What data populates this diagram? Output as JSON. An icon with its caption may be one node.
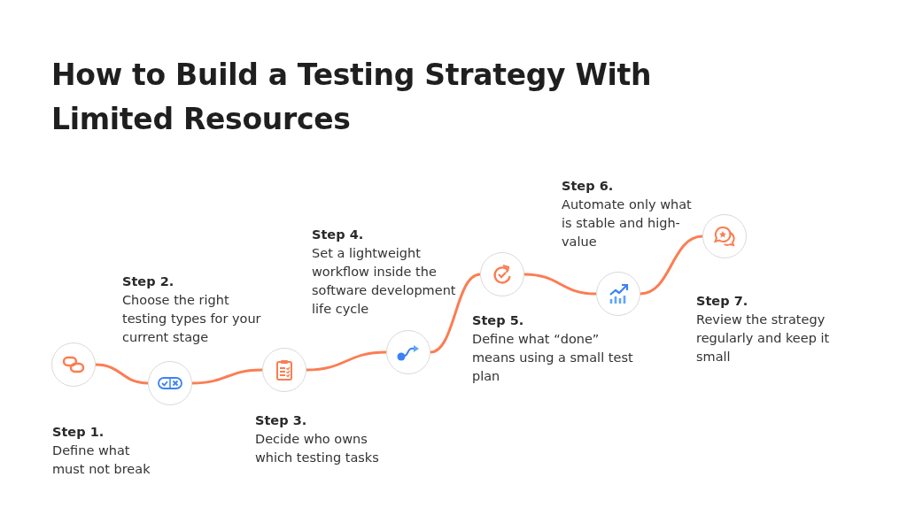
{
  "diagram": {
    "title": "How to Build a Testing Strategy With Limited Resources",
    "nodes": [
      {
        "text": [],
        "shape": "circle",
        "beside": [
          "Step 1.",
          "Define what must not break"
        ]
      },
      {
        "text": [],
        "shape": "circle",
        "beside": [
          "Step 2.",
          "Choose the right testing types for your current stage"
        ]
      },
      {
        "text": [],
        "shape": "circle",
        "beside": [
          "Step 3.",
          "Decide who owns which testing tasks"
        ]
      },
      {
        "text": [],
        "shape": "circle",
        "beside": [
          "Step 4.",
          "Set a lightweight workflow inside the software development life cycle"
        ]
      },
      {
        "text": [],
        "shape": "circle",
        "beside": [
          "Step 5.",
          "Define what “done” means using a small test plan"
        ]
      },
      {
        "text": [],
        "shape": "circle",
        "beside": [
          "Step 6.",
          "Automate only what is stable and high-value"
        ]
      },
      {
        "text": [],
        "shape": "circle",
        "beside": [
          "Step 7.",
          "Review the strategy regularly and keep it small"
        ]
      }
    ],
    "edges": [
      {
        "from": 0,
        "to": 1,
        "arrow": "none"
      },
      {
        "from": 1,
        "to": 2,
        "arrow": "none"
      },
      {
        "from": 2,
        "to": 3,
        "arrow": "none"
      },
      {
        "from": 3,
        "to": 4,
        "arrow": "none"
      },
      {
        "from": 4,
        "to": 5,
        "arrow": "none"
      },
      {
        "from": 5,
        "to": 6,
        "arrow": "none"
      }
    ]
  }
}
